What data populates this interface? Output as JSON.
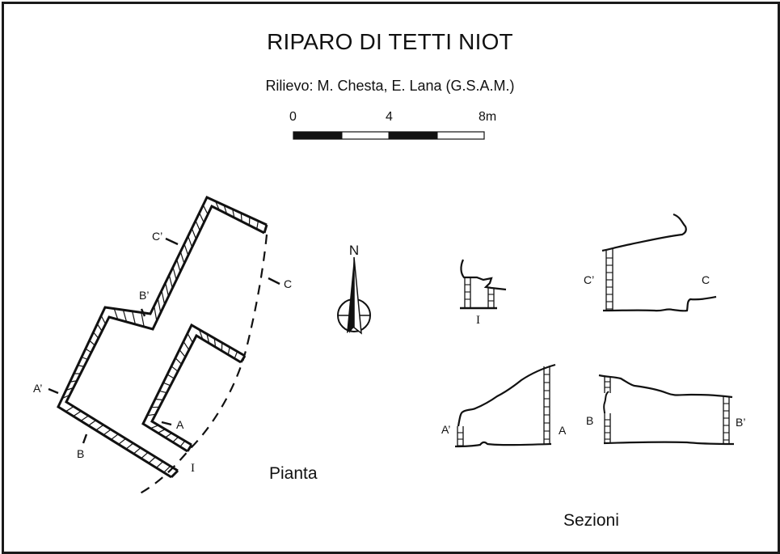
{
  "title": "RIPARO DI TETTI NIOT",
  "credits": "Rilievo: M. Chesta, E. Lana (G.S.A.M.)",
  "scale_bar": {
    "labels": [
      "0",
      "4",
      "8m"
    ],
    "segments": [
      "black",
      "white",
      "black",
      "white"
    ],
    "colors": {
      "dark": "#111111",
      "light": "#ffffff"
    }
  },
  "north_arrow": {
    "label": "N"
  },
  "plan": {
    "caption": "Pianta",
    "section_markers": [
      {
        "id": "A",
        "label": "A"
      },
      {
        "id": "A-prime",
        "label": "A’"
      },
      {
        "id": "B",
        "label": "B"
      },
      {
        "id": "B-prime",
        "label": "B’"
      },
      {
        "id": "C",
        "label": "C"
      },
      {
        "id": "C-prime",
        "label": "C’"
      },
      {
        "id": "I",
        "label": "I"
      }
    ]
  },
  "sections": {
    "caption": "Sezioni",
    "items": [
      {
        "id": "section-I",
        "labels": [
          "I"
        ]
      },
      {
        "id": "section-CC",
        "labels": [
          "C’",
          "C"
        ]
      },
      {
        "id": "section-AA",
        "labels": [
          "A’",
          "A"
        ]
      },
      {
        "id": "section-BB",
        "labels": [
          "B",
          "B’"
        ]
      }
    ]
  },
  "colors": {
    "ink": "#111111",
    "background": "#ffffff",
    "frame": "#1a1a1a"
  }
}
